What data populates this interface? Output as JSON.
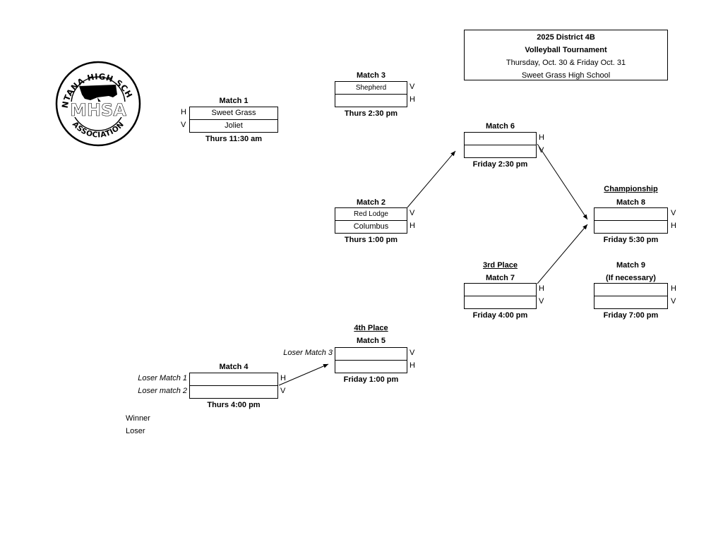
{
  "header": {
    "line1": "2025 District 4B",
    "line2": "Volleyball Tournament",
    "line3": "Thursday, Oct. 30 & Friday Oct. 31",
    "line4": "Sweet Grass High School"
  },
  "logo": {
    "top_text": "MONTANA HIGH SCHOOL",
    "center_text": "MHSA",
    "bottom_text": "ASSOCIATION"
  },
  "match1": {
    "title": "Match 1",
    "team1": "Sweet Grass",
    "team1_side": "H",
    "team2": "Joliet",
    "team2_side": "V",
    "time": "Thurs 11:30 am"
  },
  "match2": {
    "title": "Match 2",
    "team1": "Red Lodge",
    "team1_side": "V",
    "team2": "Columbus",
    "team2_side": "H",
    "time": "Thurs 1:00 pm"
  },
  "match3": {
    "title": "Match 3",
    "team1": "Shepherd",
    "team1_side": "V",
    "team2": "",
    "team2_side": "H",
    "time": "Thurs 2:30 pm"
  },
  "match4": {
    "title": "Match 4",
    "label1": "Loser Match 1",
    "team1": "",
    "team1_side": "H",
    "label2": "Loser match 2",
    "team2": "",
    "team2_side": "V",
    "time": "Thurs 4:00 pm"
  },
  "match5": {
    "heading": "4th Place",
    "title": "Match 5",
    "label1": "Loser Match 3",
    "team1": "",
    "team1_side": "V",
    "team2": "",
    "team2_side": "H",
    "time": "Friday 1:00 pm"
  },
  "match6": {
    "title": "Match 6",
    "team1": "",
    "team1_side": "H",
    "team2": "",
    "team2_side": "V",
    "time": "Friday 2:30 pm"
  },
  "match7": {
    "heading": "3rd Place",
    "title": "Match 7",
    "team1": "",
    "team1_side": "H",
    "team2": "",
    "team2_side": "V",
    "time": "Friday 4:00 pm"
  },
  "match8": {
    "heading": "Championship",
    "title": "Match 8",
    "team1": "",
    "team1_side": "V",
    "team2": "",
    "team2_side": "H",
    "time": "Friday 5:30 pm"
  },
  "match9": {
    "title": "Match 9",
    "subtitle": "(If necessary)",
    "team1": "",
    "team1_side": "H",
    "team2": "",
    "team2_side": "V",
    "time": "Friday 7:00 pm"
  },
  "legend": {
    "winner": "Winner",
    "loser": "Loser"
  }
}
